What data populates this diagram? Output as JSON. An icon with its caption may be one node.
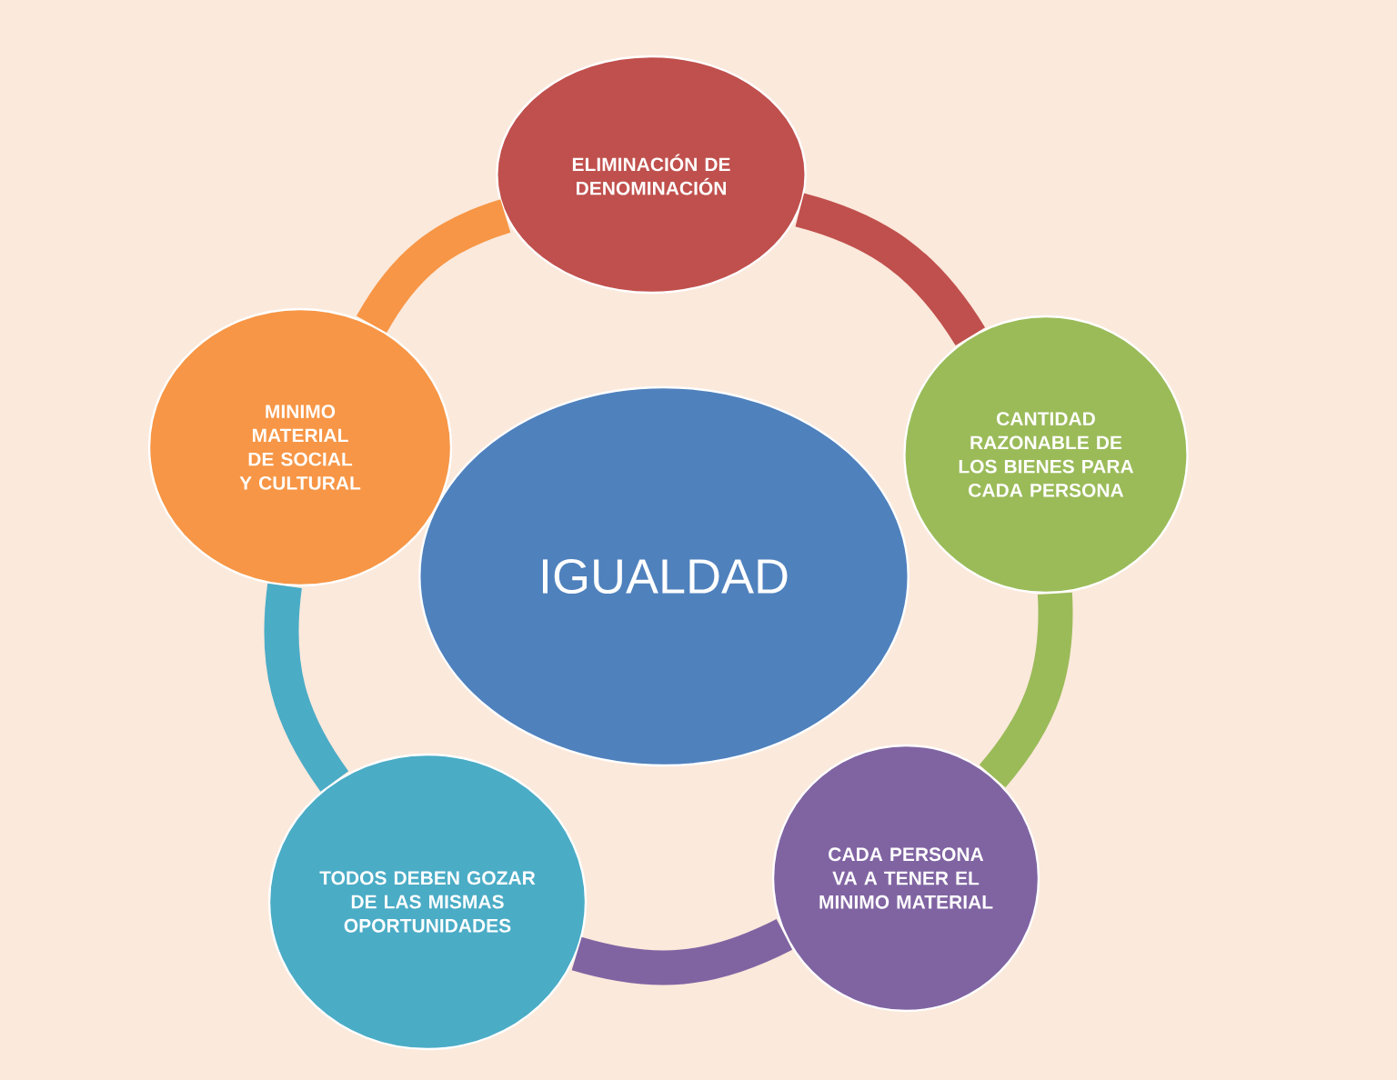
{
  "diagram": {
    "nodes": [
      {
        "text": [
          "IGUALDAD"
        ]
      },
      {
        "text": [
          "ELIMINACIÓN DE DENOMINACIÓN"
        ]
      },
      {
        "text": [
          "CANTIDAD RAZONABLE DE LOS BIENES PARA CADA PERSONA"
        ]
      },
      {
        "text": [
          "CADA PERSONA VA A TENER EL MINIMO MATERIAL"
        ]
      },
      {
        "text": [
          "TODOS DEBEN GOZAR DE LAS MISMAS OPORTUNIDADES"
        ]
      },
      {
        "text": [
          "MINIMO MATERIAL DE SOCIAL Y CULTURAL"
        ]
      }
    ],
    "edges": [
      {
        "from": 1,
        "to": 2,
        "arrow": "none",
        "color": "#c0504d"
      },
      {
        "from": 2,
        "to": 3,
        "arrow": "none",
        "color": "#9bbb59"
      },
      {
        "from": 3,
        "to": 4,
        "arrow": "none",
        "color": "#8064a2"
      },
      {
        "from": 4,
        "to": 5,
        "arrow": "none",
        "color": "#4bacc6"
      },
      {
        "from": 5,
        "to": 1,
        "arrow": "none",
        "color": "#f79646"
      }
    ]
  }
}
